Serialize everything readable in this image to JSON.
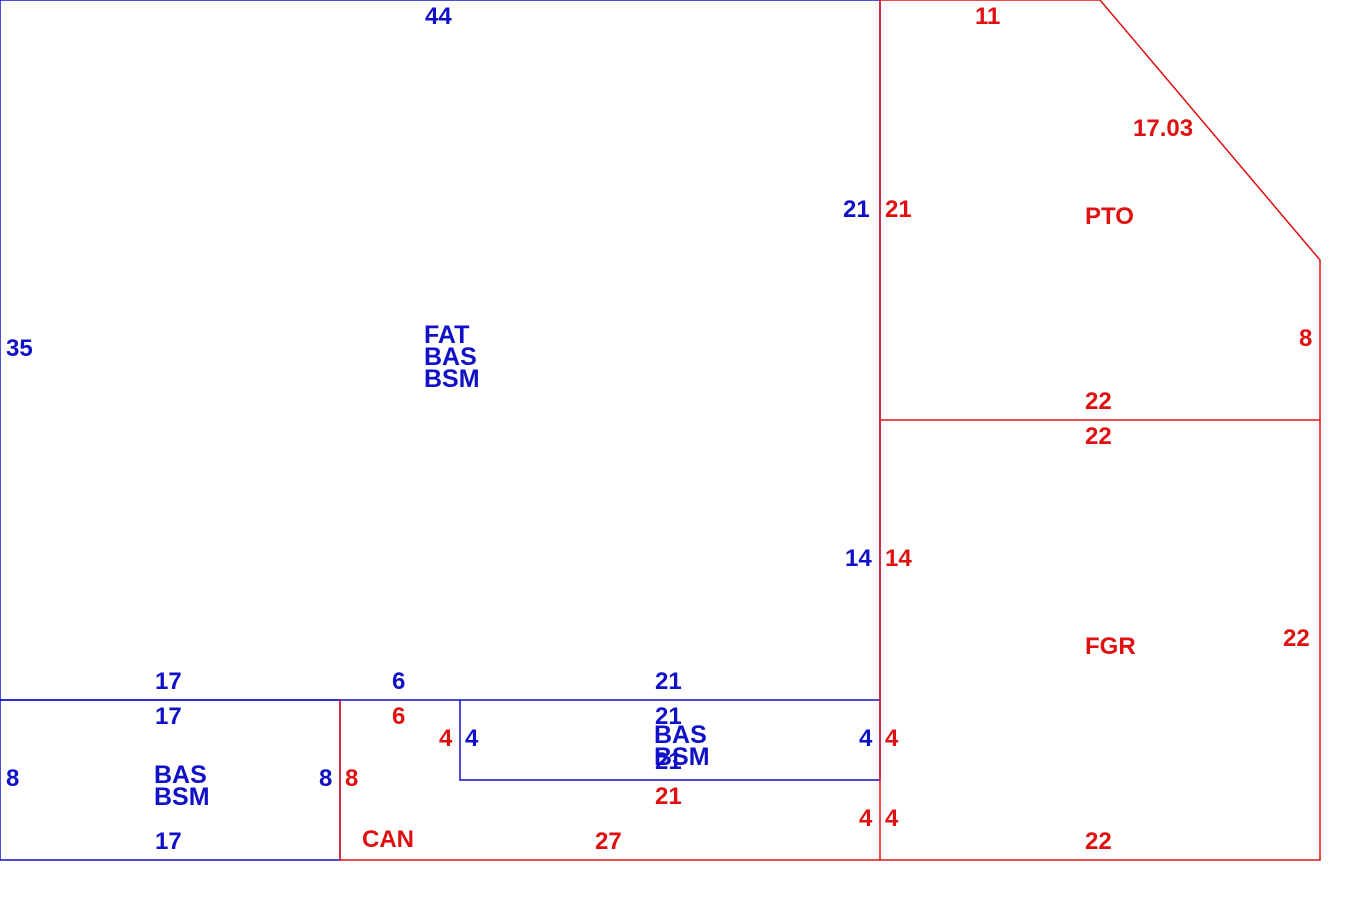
{
  "colors": {
    "blue": "#1010c8",
    "red": "#e01010"
  },
  "areas": {
    "fat": {
      "codes": [
        "FAT",
        "BAS",
        "BSM"
      ],
      "color": "blue"
    },
    "bas_left": {
      "codes": [
        "BAS",
        "BSM"
      ],
      "color": "blue"
    },
    "bas_mid": {
      "codes": [
        "BAS",
        "BSM"
      ],
      "color": "blue"
    },
    "can": {
      "code": "CAN",
      "color": "red"
    },
    "pto": {
      "code": "PTO",
      "color": "red"
    },
    "fgr": {
      "code": "FGR",
      "color": "red"
    }
  },
  "dimensions": {
    "fat_top": "44",
    "fat_left": "35",
    "fat_right_upper": "21",
    "fat_right_lower": "14",
    "fat_bottom_left": "17",
    "fat_bottom_mid": "6",
    "fat_bottom_right": "21",
    "basl_top": "17",
    "basl_left": "8",
    "basl_right": "8",
    "basl_bottom": "17",
    "can_top": "6",
    "can_left": "8",
    "can_notch_left": "4",
    "can_right": "4",
    "can_bottom": "27",
    "can_inner": "21",
    "basm_top": "21",
    "basm_left": "4",
    "basm_right": "4",
    "basm_bottom": "21",
    "pto_top": "11",
    "pto_diag": "17.03",
    "pto_left": "21",
    "pto_right": "8",
    "pto_bottom": "22",
    "fgr_top": "22",
    "fgr_left": "14",
    "fgr_left_a": "4",
    "fgr_left_b": "4",
    "fgr_right": "22",
    "fgr_bottom": "22"
  }
}
